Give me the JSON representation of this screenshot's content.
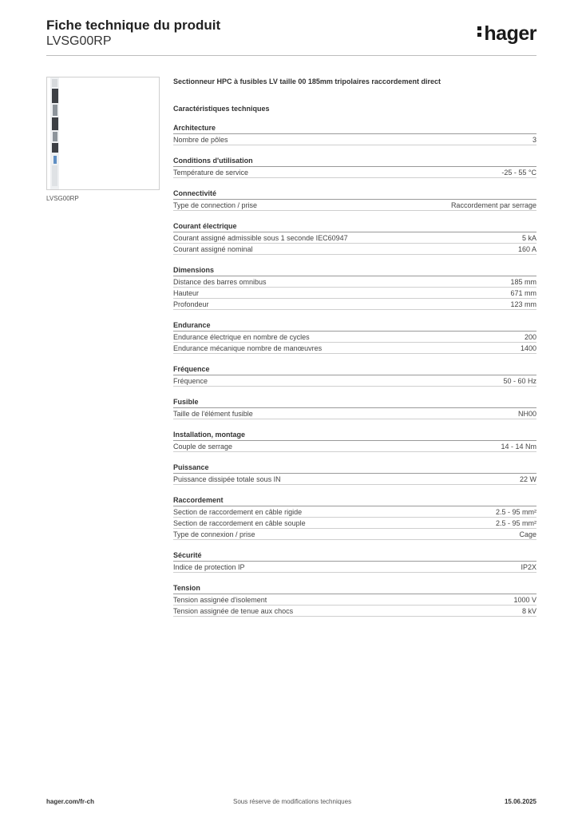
{
  "header": {
    "title": "Fiche technique du produit",
    "reference": "LVSG00RP",
    "logo_text": "hager"
  },
  "image": {
    "caption": "LVSG00RP"
  },
  "product": {
    "description": "Sectionneur HPC à fusibles LV taille 00 185mm tripolaires raccordement direct",
    "specs_heading": "Caractéristiques techniques"
  },
  "sections": [
    {
      "title": "Architecture",
      "rows": [
        {
          "label": "Nombre de pôles",
          "value": "3"
        }
      ]
    },
    {
      "title": "Conditions d'utilisation",
      "rows": [
        {
          "label": "Température de service",
          "value": "-25 - 55 °C"
        }
      ]
    },
    {
      "title": "Connectivité",
      "rows": [
        {
          "label": "Type de connection / prise",
          "value": "Raccordement par serrage"
        }
      ]
    },
    {
      "title": "Courant électrique",
      "rows": [
        {
          "label": "Courant assigné admissible sous 1 seconde IEC60947",
          "value": "5 kA"
        },
        {
          "label": "Courant assigné nominal",
          "value": "160 A"
        }
      ]
    },
    {
      "title": "Dimensions",
      "rows": [
        {
          "label": "Distance des barres omnibus",
          "value": "185 mm"
        },
        {
          "label": "Hauteur",
          "value": "671 mm"
        },
        {
          "label": "Profondeur",
          "value": "123 mm"
        }
      ]
    },
    {
      "title": "Endurance",
      "rows": [
        {
          "label": "Endurance électrique en nombre de cycles",
          "value": "200"
        },
        {
          "label": "Endurance mécanique nombre de manœuvres",
          "value": "1400"
        }
      ]
    },
    {
      "title": "Fréquence",
      "rows": [
        {
          "label": "Fréquence",
          "value": "50 - 60 Hz"
        }
      ]
    },
    {
      "title": "Fusible",
      "rows": [
        {
          "label": "Taille de l'élément fusible",
          "value": "NH00"
        }
      ]
    },
    {
      "title": "Installation, montage",
      "rows": [
        {
          "label": "Couple de serrage",
          "value": "14 - 14 Nm"
        }
      ]
    },
    {
      "title": "Puissance",
      "rows": [
        {
          "label": "Puissance dissipée totale sous IN",
          "value": "22 W"
        }
      ]
    },
    {
      "title": "Raccordement",
      "rows": [
        {
          "label": "Section de raccordement en câble rigide",
          "value": "2.5 - 95 mm²"
        },
        {
          "label": "Section de raccordement en câble souple",
          "value": "2.5 - 95 mm²"
        },
        {
          "label": "Type de connexion / prise",
          "value": "Cage"
        }
      ]
    },
    {
      "title": "Sécurité",
      "rows": [
        {
          "label": "Indice de protection IP",
          "value": "IP2X"
        }
      ]
    },
    {
      "title": "Tension",
      "rows": [
        {
          "label": "Tension assignée d'isolement",
          "value": "1000 V"
        },
        {
          "label": "Tension assignée de tenue aux chocs",
          "value": "8 kV"
        }
      ]
    }
  ],
  "footer": {
    "website": "hager.com/fr-ch",
    "notice": "Sous réserve de modifications techniques",
    "date": "15.06.2025"
  }
}
